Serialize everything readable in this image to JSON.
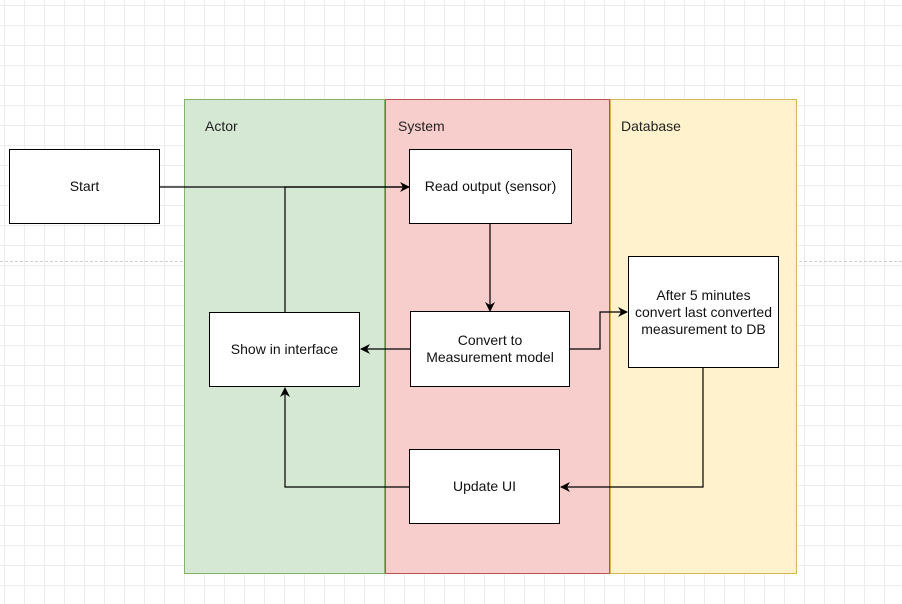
{
  "lanes": {
    "actor": "Actor",
    "system": "System",
    "database": "Database"
  },
  "nodes": {
    "start": "Start",
    "read_output": "Read output (sensor)",
    "convert_model": "Convert to Measurement model",
    "show_interface": "Show in interface",
    "after_5_minutes": "After 5 minutes convert last converted measurement to DB",
    "update_ui": "Update UI"
  }
}
